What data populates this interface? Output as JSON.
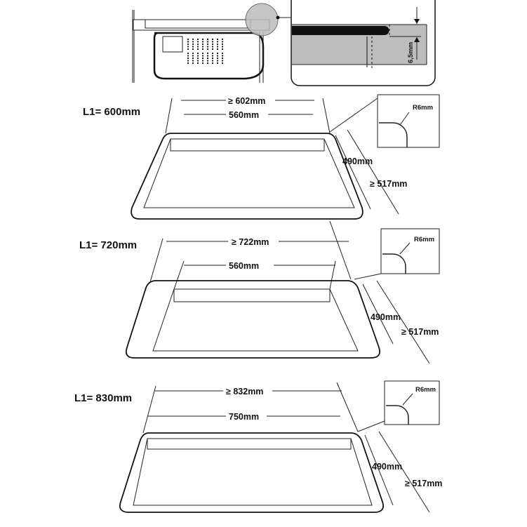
{
  "detail": {
    "gap_label": "6,5mm",
    "colors": {
      "panel": "#bdbdbd",
      "line": "#111111"
    }
  },
  "variants": [
    {
      "title": "L1= 600mm",
      "outer_width": "≥ 602mm",
      "inner_width": "560mm",
      "depth": "490mm",
      "outer_depth": "≥ 517mm",
      "radius": "R6mm"
    },
    {
      "title": "L1= 720mm",
      "outer_width": "≥ 722mm",
      "inner_width": "560mm",
      "depth": "490mm",
      "outer_depth": "≥ 517mm",
      "radius": "R6mm"
    },
    {
      "title": "L1= 830mm",
      "outer_width": "≥ 832mm",
      "inner_width": "750mm",
      "depth": "490mm",
      "outer_depth": "≥ 517mm",
      "radius": "R6mm"
    }
  ]
}
